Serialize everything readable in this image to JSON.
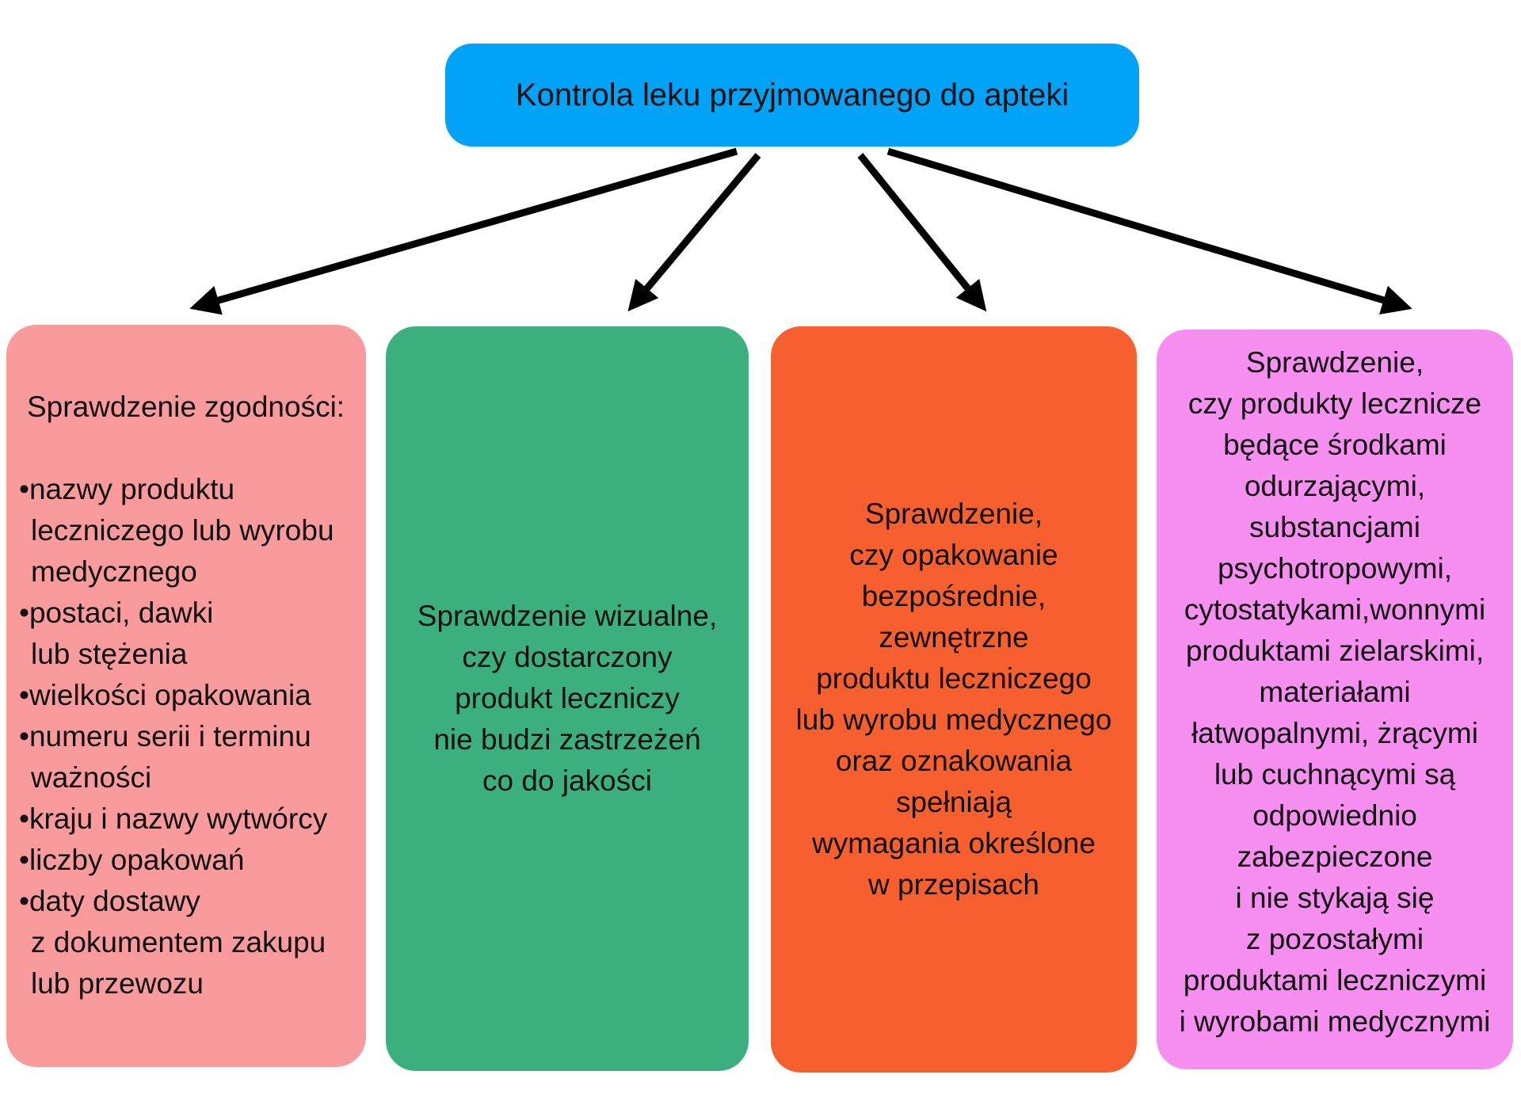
{
  "title": {
    "label": "Kontrola leku przyjmowanego do apteki",
    "bg": "#00a3f7",
    "text_color": "#101010"
  },
  "arrows": {
    "color": "#000000",
    "count": 4
  },
  "boxes": [
    {
      "name": "box-sprawdzenie-zgodnosci",
      "bg": "#f99b9c",
      "align": "left",
      "lines": [
        {
          "text": "Sprawdzenie zgodności:"
        },
        {
          "text": ""
        },
        {
          "bullet": true,
          "text": "nazwy produktu"
        },
        {
          "indent": true,
          "text": "leczniczego lub wyrobu"
        },
        {
          "indent": true,
          "text": "medycznego"
        },
        {
          "bullet": true,
          "text": "postaci, dawki"
        },
        {
          "indent": true,
          "text": "lub stężenia"
        },
        {
          "bullet": true,
          "text": "wielkości opakowania"
        },
        {
          "bullet": true,
          "text": "numeru serii i terminu"
        },
        {
          "indent": true,
          "text": "ważności"
        },
        {
          "bullet": true,
          "text": "kraju i nazwy wytwórcy"
        },
        {
          "bullet": true,
          "text": "liczby opakowań"
        },
        {
          "bullet": true,
          "text": "daty dostawy"
        },
        {
          "indent": true,
          "text": "z dokumentem zakupu"
        },
        {
          "indent": true,
          "text": "lub przewozu"
        }
      ]
    },
    {
      "name": "box-sprawdzenie-wizualne",
      "bg": "#3baf7d",
      "align": "center",
      "lines": [
        {
          "text": "Sprawdzenie wizualne,"
        },
        {
          "text": "czy dostarczony"
        },
        {
          "text": "produkt leczniczy"
        },
        {
          "text": "nie budzi zastrzeżeń"
        },
        {
          "text": "co do jakości"
        }
      ]
    },
    {
      "name": "box-sprawdzenie-opakowania",
      "bg": "#f7602e",
      "align": "center",
      "lines": [
        {
          "text": "Sprawdzenie,"
        },
        {
          "text": "czy opakowanie"
        },
        {
          "text": "bezpośrednie,"
        },
        {
          "text": "zewnętrzne"
        },
        {
          "text": "produktu leczniczego"
        },
        {
          "text": "lub wyrobu medycznego"
        },
        {
          "text": "oraz oznakowania"
        },
        {
          "text": "spełniają"
        },
        {
          "text": "wymagania określone"
        },
        {
          "text": "w przepisach"
        }
      ]
    },
    {
      "name": "box-sprawdzenie-srodkow-niebezpiecznych",
      "bg": "#f78ff1",
      "align": "center",
      "lines": [
        {
          "text": "Sprawdzenie,"
        },
        {
          "text": "czy produkty lecznicze"
        },
        {
          "text": "będące środkami"
        },
        {
          "text": "odurzającymi,"
        },
        {
          "text": "substancjami"
        },
        {
          "text": "psychotropowymi,"
        },
        {
          "text": "cytostatykami,wonnymi"
        },
        {
          "text": "produktami zielarskimi,"
        },
        {
          "text": "materiałami"
        },
        {
          "text": "łatwopalnymi, żrącymi"
        },
        {
          "text": "lub cuchnącymi są"
        },
        {
          "text": "odpowiednio"
        },
        {
          "text": "zabezpieczone"
        },
        {
          "text": "i nie stykają się"
        },
        {
          "text": "z pozostałymi"
        },
        {
          "text": "produktami leczniczymi"
        },
        {
          "text": "i wyrobami medycznymi"
        }
      ]
    }
  ]
}
